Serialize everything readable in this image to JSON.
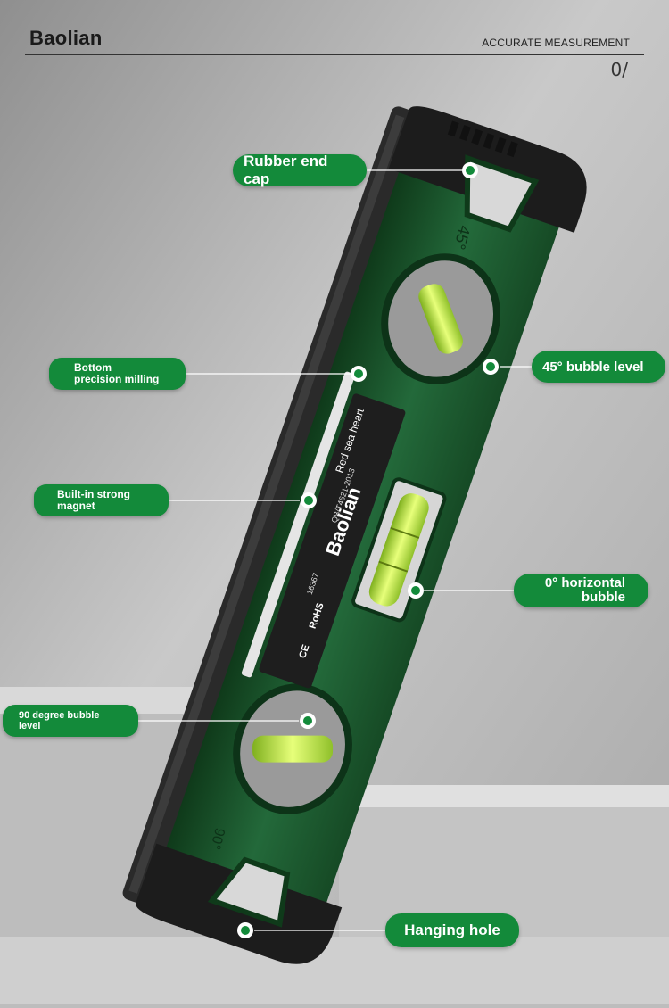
{
  "header": {
    "brand": "Baolian",
    "tagline": "ACCURATE MEASUREMENT",
    "page_number": "0/"
  },
  "product": {
    "label_brand": "Baolian",
    "label_slogan": "Red sea heart",
    "label_standard": "QB/T4621-2013",
    "label_model": "16367",
    "label_rohs": "RoHS",
    "label_ce": "CE",
    "mark_45": "45°",
    "mark_90": "90°"
  },
  "callouts": {
    "rubber_end_cap": "Rubber end cap",
    "bottom_milling_line1": "Bottom",
    "bottom_milling_line2": "precision milling",
    "bubble_45": "45° bubble level",
    "magnet_line1": "Built-in strong",
    "magnet_line2": "magnet",
    "horizontal_line1": "0° horizontal",
    "horizontal_line2": "bubble",
    "bubble_90_line1": "90 degree bubble",
    "bubble_90_line2": "level",
    "hanging_hole": "Hanging hole"
  },
  "colors": {
    "accent_green": "#138a3a",
    "body_green": "#1f5a2c",
    "rubber_black": "#1c1c1c",
    "vial_green": "#b8e23a"
  }
}
